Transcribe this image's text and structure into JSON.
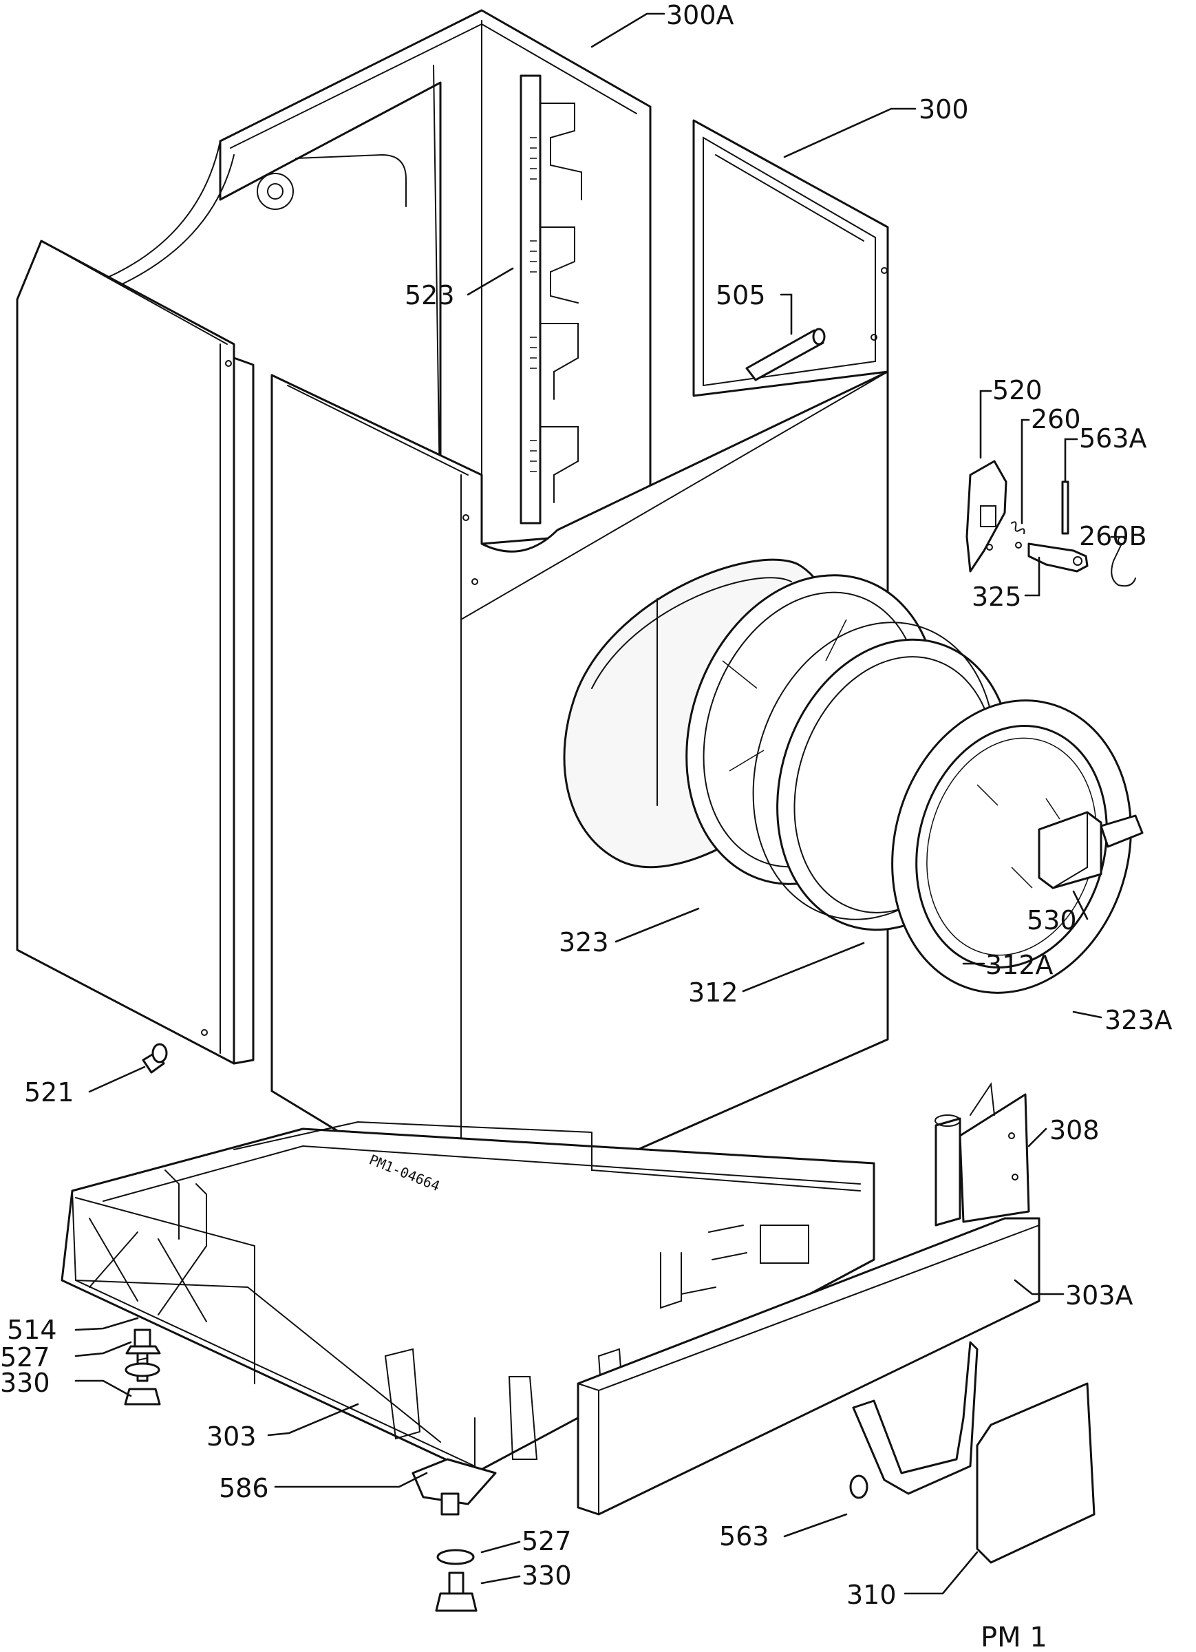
{
  "diagram": {
    "page_code": "PM 1",
    "drawing_stamp": "PM1-04664",
    "labels": {
      "l300A": "300A",
      "l300": "300",
      "l523": "523",
      "l505": "505",
      "l520": "520",
      "l260": "260",
      "l563A": "563A",
      "l260B": "260B",
      "l325": "325",
      "l323": "323",
      "l530": "530",
      "l312A": "312A",
      "l312": "312",
      "l323A": "323A",
      "l521": "521",
      "l308": "308",
      "l303A": "303A",
      "l514": "514",
      "l527a": "527",
      "l330a": "330",
      "l303": "303",
      "l586": "586",
      "l527b": "527",
      "l330b": "330",
      "l563": "563",
      "l310": "310"
    }
  }
}
